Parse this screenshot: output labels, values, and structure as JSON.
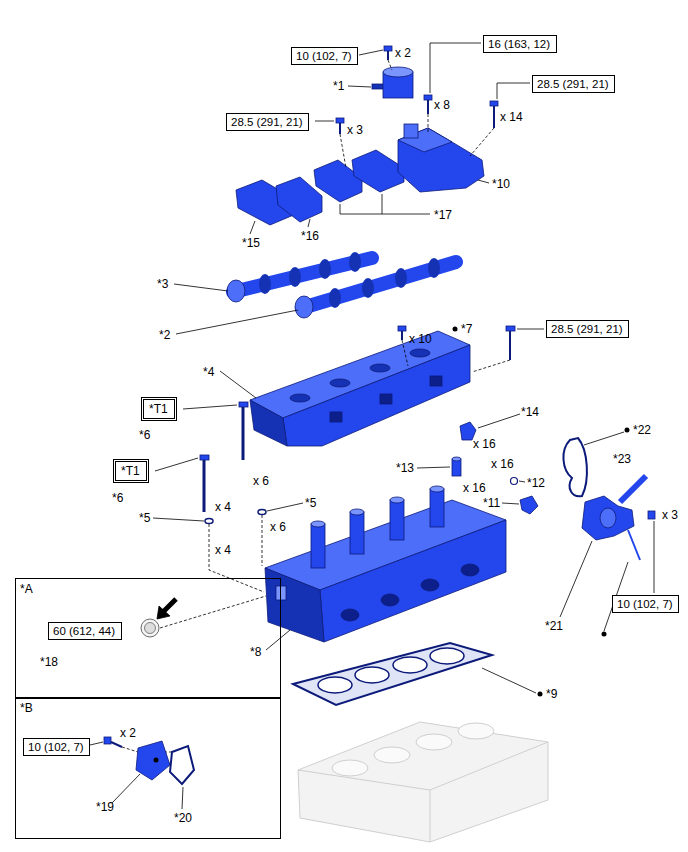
{
  "diagram": {
    "nodes": [
      {
        "text": [
          "16 (163, 12)"
        ]
      },
      {
        "text": [
          "10 (102, 7)"
        ]
      },
      {
        "text": [
          "28.5 (291, 21)"
        ]
      },
      {
        "text": [
          "28.5 (291, 21)"
        ]
      },
      {
        "text": [
          "28.5 (291, 21)"
        ]
      },
      {
        "text": [
          "*T1"
        ]
      },
      {
        "text": [
          "*T1"
        ]
      },
      {
        "text": [
          "*A"
        ]
      },
      {
        "text": [
          "60 (612, 44)"
        ],
        "in": 7
      },
      {
        "text": [
          "10 (102, 7)"
        ]
      },
      {
        "text": [
          "*B"
        ]
      },
      {
        "text": [
          "10 (102, 7)"
        ],
        "in": 10
      }
    ],
    "labels": [
      "x 2",
      "*1",
      "x 8",
      "x 14",
      "x 3",
      "*10",
      "*17",
      "*15",
      "*16",
      "*3",
      "*2",
      "x 10",
      "*7",
      "*4",
      "*6",
      "*14",
      "*22",
      "x 16",
      "*23",
      "x 16",
      "*13",
      "x 6",
      "*12",
      "x 16",
      "*6",
      "*11",
      "*5",
      "x 4",
      "x 3",
      "*5",
      "x 6",
      "x 4",
      "*21",
      "*8",
      "*18",
      "*9",
      "x 2",
      "*19",
      "*20"
    ]
  }
}
